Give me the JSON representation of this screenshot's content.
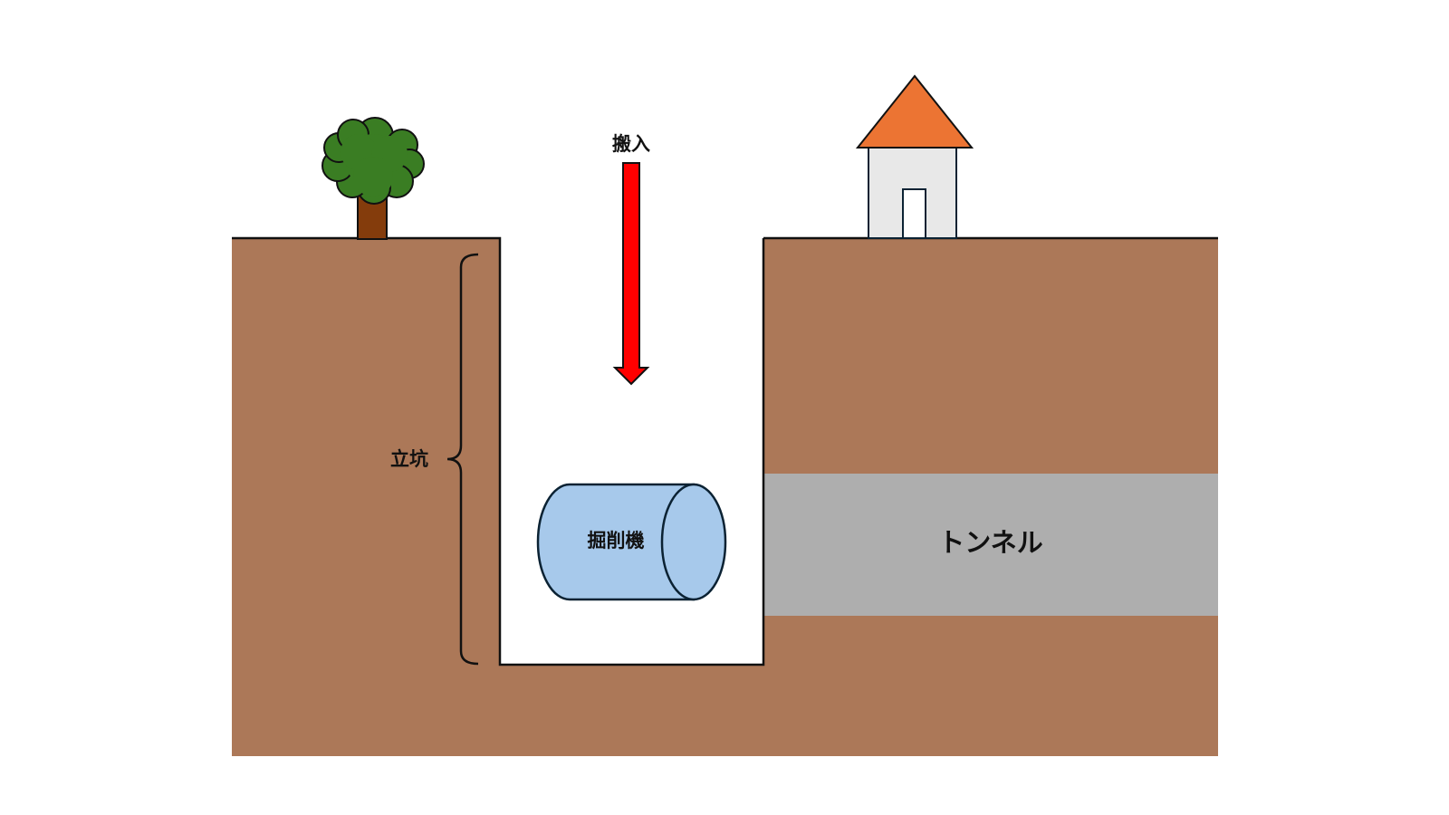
{
  "labels": {
    "arrow": "搬入",
    "shaft": "立坑",
    "machine": "掘削機",
    "tunnel": "トンネル"
  },
  "colors": {
    "soil": "#ac7858",
    "tunnel": "#aeaeae",
    "machine_fill": "#a7c9eb",
    "outline": "#0b2233",
    "arrow": "#ff0000",
    "roof": "#ec7433",
    "house_wall": "#e8e8e8",
    "tree_foliage": "#3a7d23",
    "tree_trunk": "#843c0c"
  },
  "icons": [
    "tree-icon",
    "house-icon",
    "down-arrow-icon",
    "curly-brace-icon",
    "cylinder-icon"
  ]
}
